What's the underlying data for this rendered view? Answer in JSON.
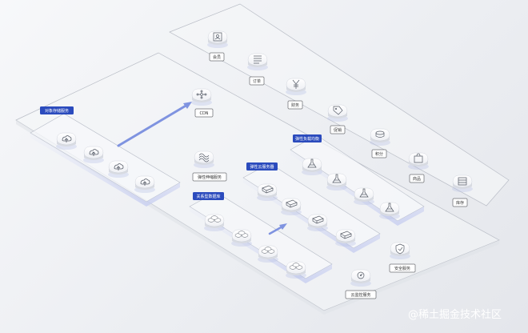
{
  "labels": {
    "object_storage": "对象存储服务",
    "cdn": "CDN",
    "elastic_scaling": "弹性伸缩服务",
    "elastic_compute": "弹性云服务器",
    "relational_db": "关系型数据库",
    "elb": "弹性负载均衡",
    "security": "安全服务",
    "cloud_monitor": "云监控服务",
    "user": "会员",
    "order": "订单",
    "finance": "财务",
    "marketing": "促销",
    "points": "积分",
    "product": "商品",
    "inventory": "库存"
  },
  "watermark": "@稀土掘金技术社区",
  "colors": {
    "accent": "#2b4bbd",
    "connector": "#7f93e0",
    "icon_stroke": "#555b66"
  },
  "icons": {
    "object_storage_nodes": "cloud-upload-icon",
    "cdn": "network-hub-icon",
    "elastic_scaling": "scaling-wave-icon",
    "elastic_compute_nodes": "server-rack-icon",
    "relational_db_nodes": "database-cluster-icon",
    "elb_nodes": "balance-flask-icon",
    "security": "shield-icon",
    "cloud_monitor": "monitor-gauge-icon",
    "user": "user-icon",
    "order": "list-icon",
    "finance": "yen-icon",
    "marketing": "tag-icon",
    "points": "coin-icon",
    "product": "bag-icon",
    "inventory": "stack-icon"
  }
}
